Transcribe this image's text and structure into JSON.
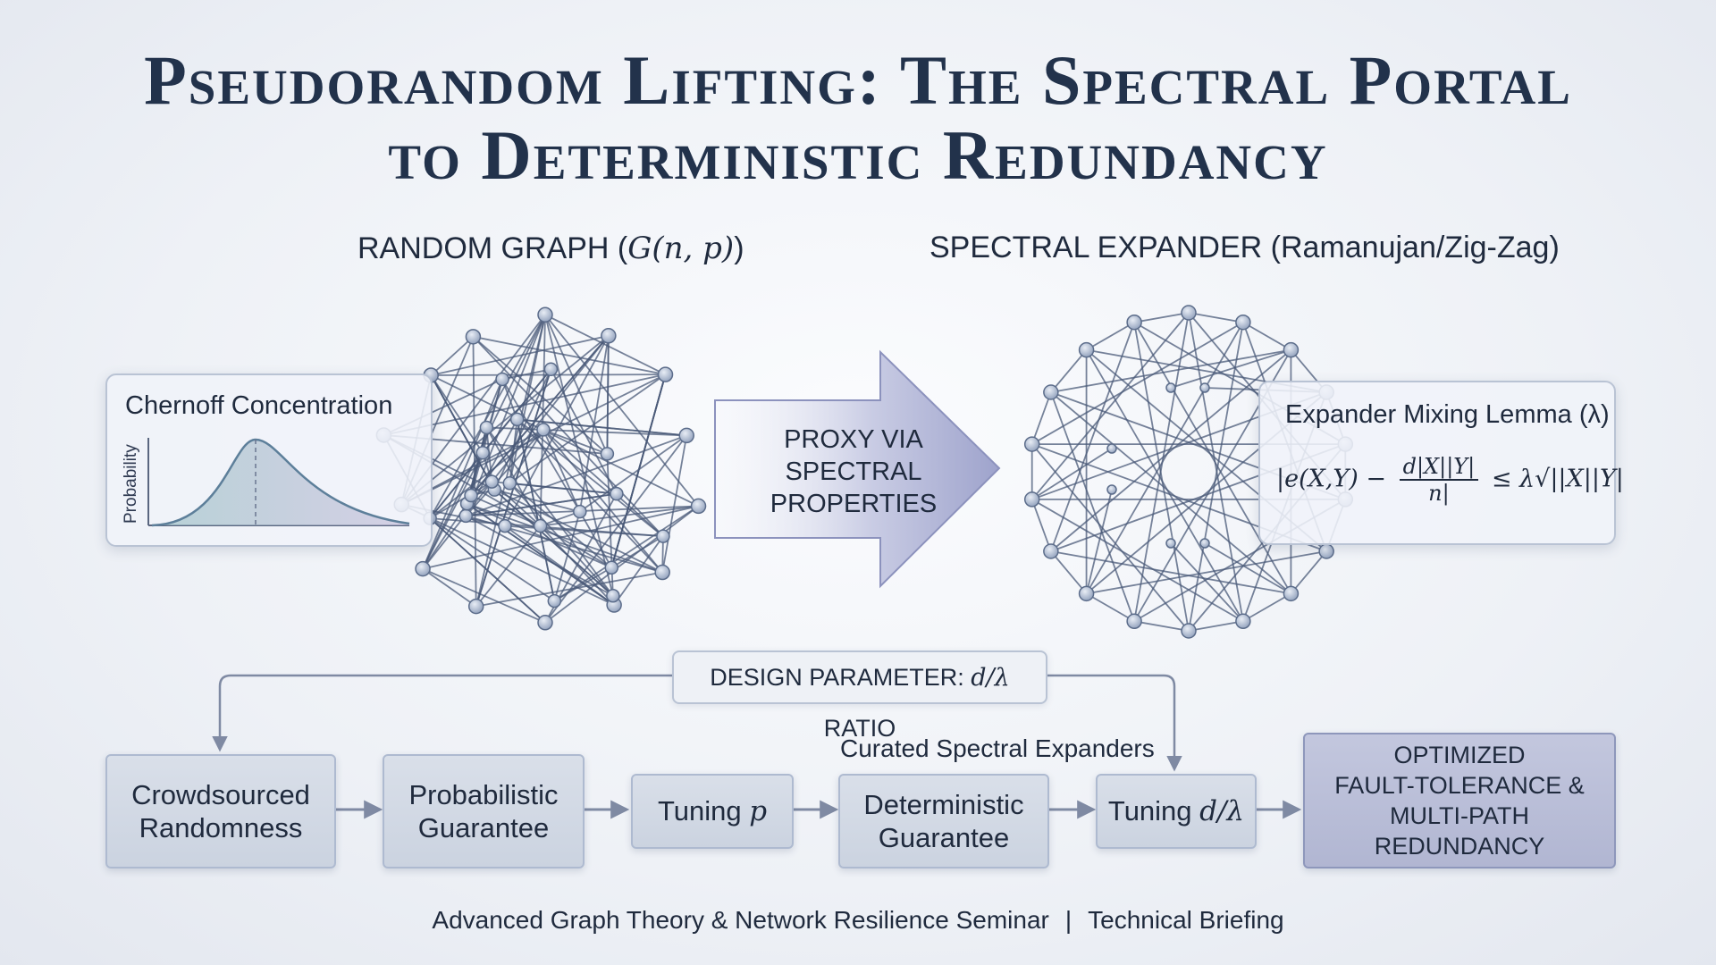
{
  "title": {
    "line1": "Pseudorandom Lifting: The Spectral Portal",
    "line2": "to Deterministic Redundancy"
  },
  "left_graph": {
    "label": "RANDOM GRAPH (",
    "math": "G(n, p)",
    "label_end": ")"
  },
  "right_graph": {
    "label": "SPECTRAL EXPANDER (Ramanujan/Zig-Zag)"
  },
  "chernoff_card": {
    "title": "Chernoff Concentration",
    "axis_label": "Probability"
  },
  "mixing_card": {
    "title": "Expander Mixing Lemma (λ)",
    "formula_left": "|e(X,Y) −",
    "formula_num": "d|X||Y|",
    "formula_den": "n|",
    "formula_right": "≤ λ√||X||Y|"
  },
  "center_arrow": {
    "text_line1": "PROXY VIA",
    "text_line2": "SPECTRAL",
    "text_line3": "PROPERTIES"
  },
  "design_parameter": {
    "label": "DESIGN PARAMETER: ",
    "math": "d/λ",
    "label_end": " RATIO"
  },
  "curated_label": "Curated Spectral Expanders",
  "flow": {
    "crowdsourced": {
      "line1": "Crowdsourced",
      "line2": "Randomness"
    },
    "probabilistic": {
      "line1": "Probabilistic",
      "line2": "Guarantee"
    },
    "tuning_p": {
      "label": "Tuning ",
      "math": "p"
    },
    "deterministic": {
      "line1": "Deterministic",
      "line2": "Guarantee"
    },
    "tuning_dl": {
      "label": "Tuning ",
      "math": "d/λ"
    },
    "optimized": {
      "line1": "OPTIMIZED",
      "line2": "FAULT-TOLERANCE &",
      "line3": "MULTI-PATH REDUNDANCY"
    }
  },
  "footer": {
    "left": "Advanced Graph Theory & Network Resilience Seminar",
    "separator": "|",
    "right": "Technical Briefing"
  },
  "colors": {
    "node": "#a9b6cc",
    "edge": "#4a5a78",
    "arrow": "#a7abd0",
    "accent_box": "#b6bad5"
  }
}
